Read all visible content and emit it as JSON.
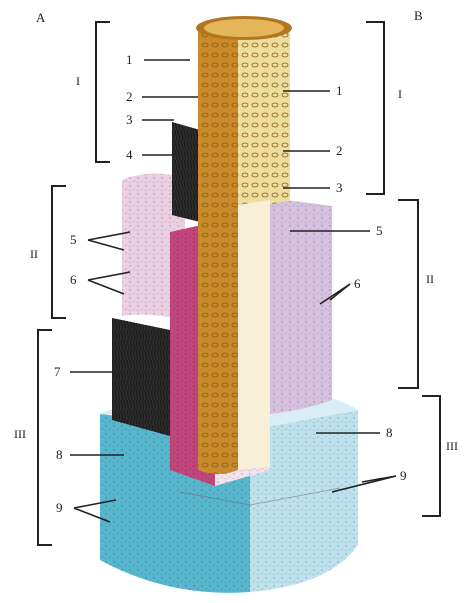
{
  "panels": {
    "left": "A",
    "right": "B"
  },
  "brackets": {
    "left": [
      "I",
      "II",
      "III"
    ],
    "right": [
      "I",
      "II",
      "III"
    ]
  },
  "labels": {
    "left": [
      "1",
      "2",
      "3",
      "4",
      "5",
      "6",
      "7",
      "8",
      "9"
    ],
    "right": [
      "1",
      "2",
      "3",
      "5",
      "6",
      "8",
      "9"
    ]
  },
  "colors": {
    "gold": "#d9a33b",
    "pale_yellow": "#efe3a6",
    "magenta": "#c2467e",
    "pink_light": "#f1d5e6",
    "lavender": "#d8c4e2",
    "cyan": "#56b8cf",
    "light_cyan": "#bfe5ef",
    "dark": "#2c2c2c"
  }
}
